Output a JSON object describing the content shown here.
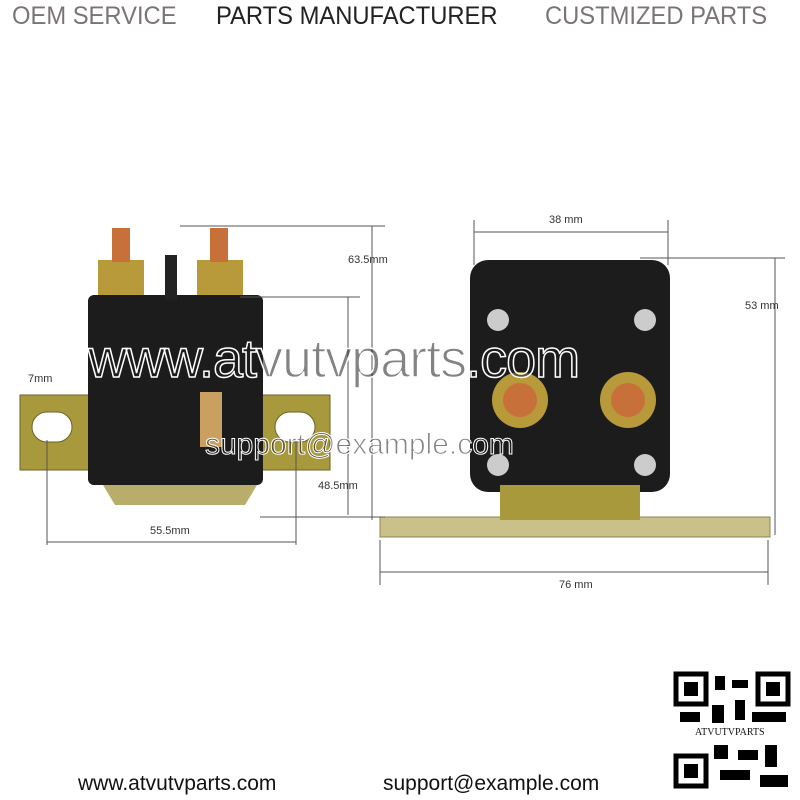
{
  "header": {
    "left": "OEM SERVICE",
    "center": "PARTS MANUFACTURER",
    "right": "CUSTMIZED PARTS"
  },
  "colors": {
    "header_grey": "#7a7474",
    "header_dark": "#222222",
    "body_black": "#1c1c1c",
    "bracket_gold": "#a89a3c",
    "copper": "#c8703a"
  },
  "dimensions": {
    "side_total_height": "63.5mm",
    "side_body_height": "48.5mm",
    "hole_width": "7mm",
    "hole_spacing": "55.5mm",
    "front_width": "38 mm",
    "front_height": "53 mm",
    "bracket_length": "76 mm"
  },
  "watermark": {
    "main": "www.atvutvparts.com",
    "email": "support@example.com"
  },
  "footer": {
    "website": "www.atvutvparts.com",
    "email": "support@example.com"
  },
  "qr": {
    "label": "ATVUTVPARTS"
  }
}
